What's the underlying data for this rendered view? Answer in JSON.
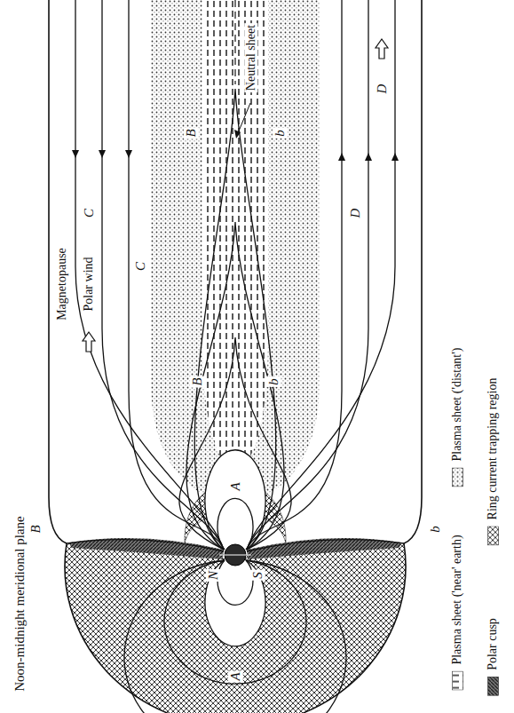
{
  "diagram": {
    "labels": [
      "Noon-midnight meridional plane",
      "Magnetopause",
      "C",
      "Polar wind",
      "Neutral sheet",
      "C",
      "B",
      "b",
      "B",
      "b",
      "D",
      "D",
      "A",
      "N",
      "S",
      "B",
      "b",
      "A"
    ],
    "legend": [
      {
        "text": "Plasma sheet ('near' earth)"
      },
      {
        "text": "Plasma sheet ('distant')"
      },
      {
        "text": "Polar cusp"
      },
      {
        "text": "Ring current trapping region"
      }
    ]
  }
}
